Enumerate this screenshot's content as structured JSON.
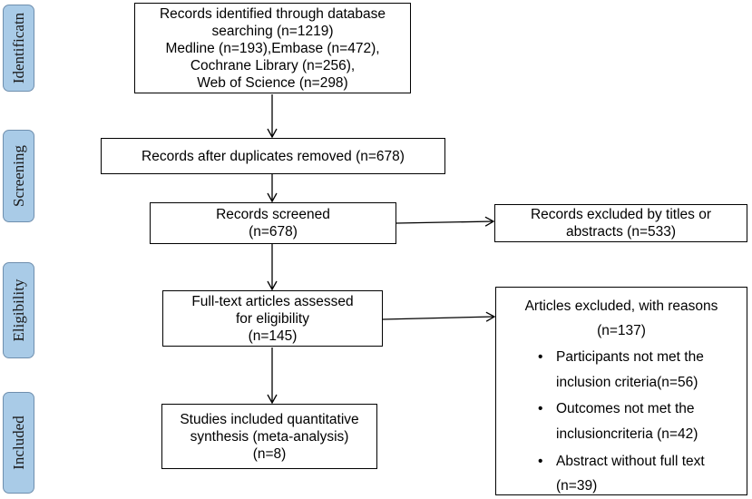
{
  "stages": [
    "Identificatn",
    "Screening",
    "Eligibility",
    "Included"
  ],
  "identification": {
    "lines": [
      "Records identified through database",
      "searching (n=1219)",
      "Medline (n=193),Embase (n=472),",
      "Cochrane Library (n=256),",
      "Web of Science (n=298)"
    ]
  },
  "duplicates": {
    "lines": [
      "Records after duplicates removed (n=678)"
    ]
  },
  "screened": {
    "lines": [
      "Records screened",
      "(n=678)"
    ]
  },
  "excluded_titles": {
    "lines": [
      "Records excluded by titles or",
      "abstracts (n=533)"
    ]
  },
  "fulltext": {
    "lines": [
      "Full-text articles assessed",
      "for eligibility",
      "(n=145)"
    ]
  },
  "included": {
    "lines": [
      "Studies included quantitative",
      "synthesis (meta-analysis)",
      "(n=8)"
    ]
  },
  "excluded_reasons": {
    "title": "Articles excluded, with reasons",
    "count": "(n=137)",
    "bullet": "•",
    "reasons": [
      [
        "Participants not met the",
        "inclusion criteria(n=56)"
      ],
      [
        "Outcomes not met the",
        "inclusioncriteria (n=42)"
      ],
      [
        "Abstract without full text",
        "(n=39)"
      ]
    ]
  }
}
